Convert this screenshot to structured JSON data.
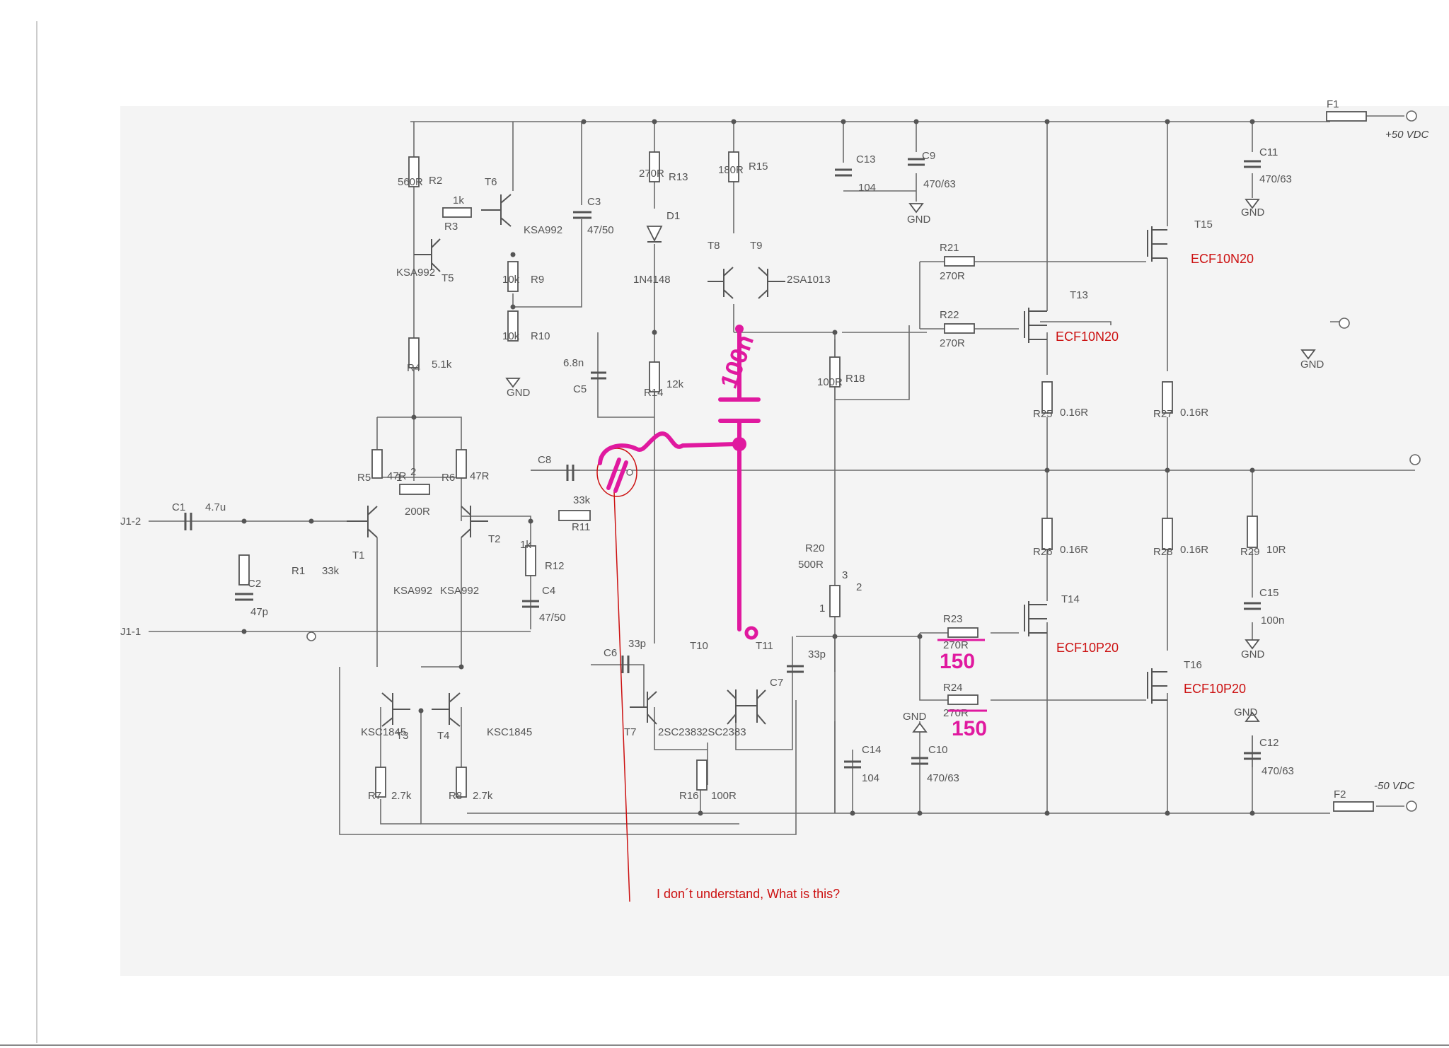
{
  "supply": {
    "pos": "+50 VDC",
    "neg": "-50 VDC",
    "fuse1": "F1",
    "fuse2": "F2"
  },
  "inputs": {
    "j1_2": "J1-2",
    "j1_1": "J1-1"
  },
  "gnd": "GND",
  "components": {
    "C1": [
      "C1",
      "4.7u"
    ],
    "C2": [
      "C2",
      "47p"
    ],
    "R1": [
      "R1",
      "33k"
    ],
    "T1": [
      "T1",
      "KSA992"
    ],
    "T2": [
      "T2",
      "KSA992"
    ],
    "R5": [
      "R5",
      "47R"
    ],
    "R6": [
      "R6",
      "47R"
    ],
    "POT1": [
      "1",
      "2",
      "200R"
    ],
    "R2": [
      "R2",
      "560R"
    ],
    "T6": [
      "T6",
      "KSA992"
    ],
    "R3": [
      "R3",
      "1k"
    ],
    "T5": [
      "T5",
      "KSA992"
    ],
    "R4": [
      "R4",
      "5.1k"
    ],
    "R9": [
      "R9",
      "10k"
    ],
    "R10": [
      "R10",
      "10k"
    ],
    "C3": [
      "C3",
      "47/50"
    ],
    "C8": [
      "C8"
    ],
    "R11": [
      "R11",
      "33k"
    ],
    "R12": [
      "R12",
      "1k"
    ],
    "C4": [
      "C4",
      "47/50"
    ],
    "T3": [
      "T3",
      "KSC1845"
    ],
    "T4": [
      "T4",
      "KSC1845"
    ],
    "R7": [
      "R7",
      "2.7k"
    ],
    "R8": [
      "R8",
      "2.7k"
    ],
    "R13": [
      "R13",
      "270R"
    ],
    "D1": [
      "D1",
      "1N4148"
    ],
    "C5": [
      "C5",
      "6.8n"
    ],
    "R14": [
      "R14",
      "12k"
    ],
    "R15": [
      "R15",
      "180R"
    ],
    "T8": [
      "T8"
    ],
    "T9": [
      "T9",
      "2SA1013"
    ],
    "C6": [
      "C6",
      "33p"
    ],
    "T7": [
      "T7",
      "2SC2383"
    ],
    "T10": [
      "T10"
    ],
    "T11": [
      "T11",
      "2SC2383"
    ],
    "R16": [
      "R16",
      "100R"
    ],
    "C7": [
      "C7",
      "33p"
    ],
    "R18": [
      "R18",
      "100R"
    ],
    "R20": [
      "R20",
      "500R",
      "1",
      "2",
      "3"
    ],
    "C13": [
      "C13",
      "104"
    ],
    "C9": [
      "C9",
      "470/63"
    ],
    "R21": [
      "R21",
      "270R"
    ],
    "R22": [
      "R22",
      "270R"
    ],
    "R23": [
      "R23",
      "270R"
    ],
    "R24": [
      "R24",
      "270R"
    ],
    "C14": [
      "C14",
      "104"
    ],
    "C10": [
      "C10",
      "470/63"
    ],
    "T13": [
      "T13",
      "ECF10N20"
    ],
    "T15": [
      "T15",
      "ECF10N20"
    ],
    "T14": [
      "T14",
      "ECF10P20"
    ],
    "T16": [
      "T16",
      "ECF10P20"
    ],
    "R25": [
      "R25",
      "0.16R"
    ],
    "R26": [
      "R26",
      "0.16R"
    ],
    "R27": [
      "R27",
      "0.16R"
    ],
    "R28": [
      "R28",
      "0.16R"
    ],
    "C11": [
      "C11",
      "470/63"
    ],
    "R29": [
      "R29",
      "10R"
    ],
    "C15": [
      "C15",
      "100n"
    ],
    "C12": [
      "C12",
      "470/63"
    ]
  },
  "annotations": {
    "pink_cap": "100n",
    "pink_r23": "150",
    "pink_r24": "150",
    "question": "I don´t understand, What is this?"
  },
  "colors": {
    "pen": "#e0199f",
    "note": "#cc1111",
    "ink": "#555555"
  }
}
